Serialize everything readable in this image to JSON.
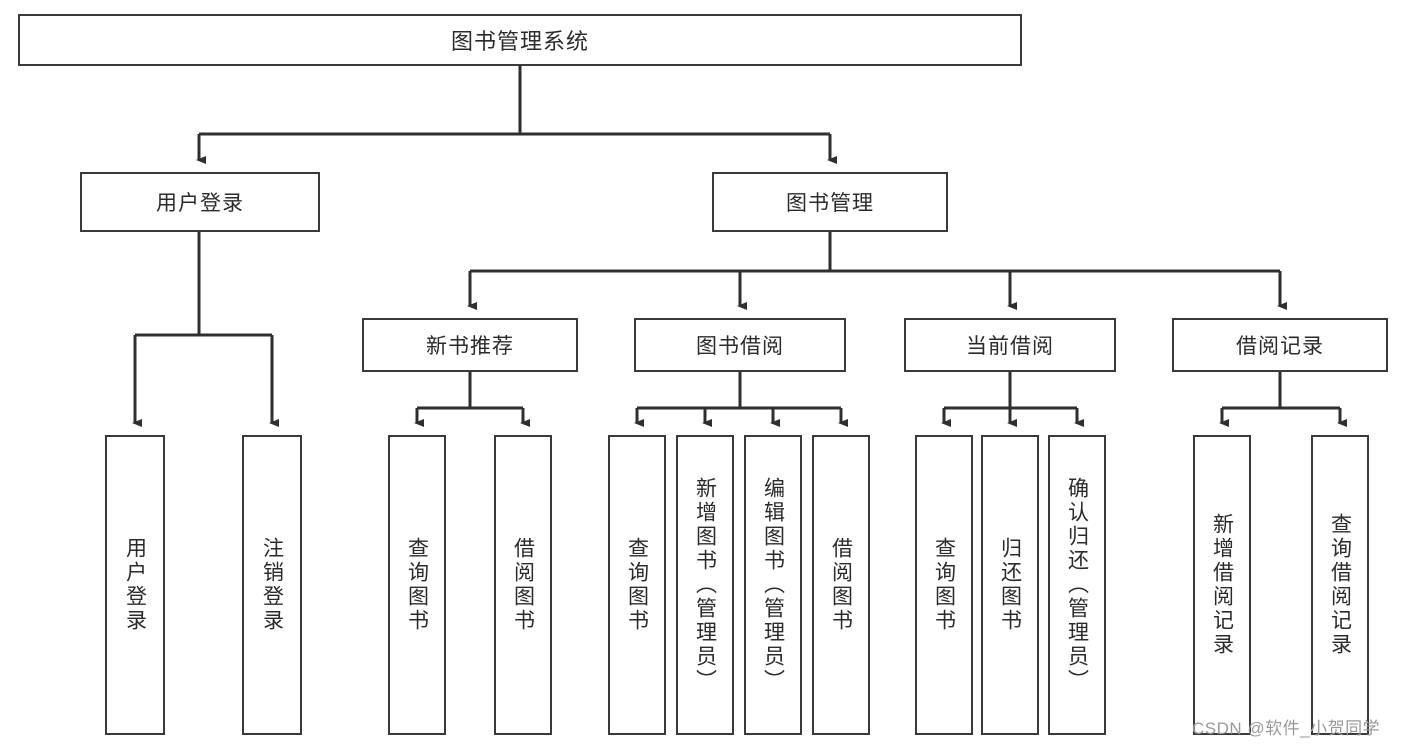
{
  "diagram": {
    "type": "tree-hierarchy-chart",
    "title": "图书管理系统",
    "colors": {
      "background": "#ffffff",
      "box_border": "#3a3a3a",
      "connector": "#2f2f2f",
      "text": "#2b2b2b",
      "watermark": "#9a9a9a"
    },
    "levels": {
      "level1": {
        "label": "图书管理系统"
      },
      "level2": [
        {
          "label": "用户登录"
        },
        {
          "label": "图书管理"
        }
      ],
      "level3": [
        {
          "label": "新书推荐"
        },
        {
          "label": "图书借阅"
        },
        {
          "label": "当前借阅"
        },
        {
          "label": "借阅记录"
        }
      ],
      "leaves": {
        "user_login": [
          {
            "label": "用户登录"
          },
          {
            "label": "注销登录"
          }
        ],
        "new_book_recommend": [
          {
            "label": "查询图书"
          },
          {
            "label": "借阅图书"
          }
        ],
        "book_borrow": [
          {
            "label": "查询图书"
          },
          {
            "label": "新增图书（管理员）"
          },
          {
            "label": "编辑图书（管理员）"
          },
          {
            "label": "借阅图书"
          }
        ],
        "current_borrow": [
          {
            "label": "查询图书"
          },
          {
            "label": "归还图书"
          },
          {
            "label": "确认归还（管理员）"
          }
        ],
        "borrow_record": [
          {
            "label": "新增借阅记录"
          },
          {
            "label": "查询借阅记录"
          }
        ]
      }
    }
  },
  "watermark": {
    "text": "CSDN @软件_小贺同学"
  }
}
